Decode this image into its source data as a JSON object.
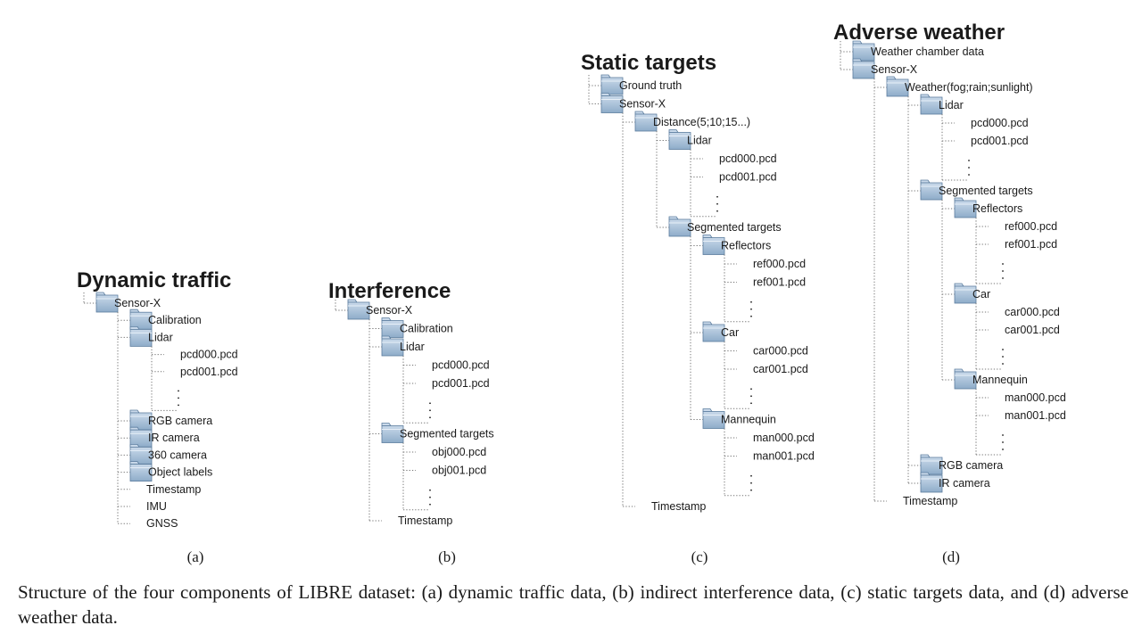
{
  "colors": {
    "folder_top": "#c9d9ea",
    "folder_bottom": "#8eacc9",
    "folder_stroke": "#5c7d9e",
    "connector": "#777777",
    "text": "#1a1a1a"
  },
  "icons": {
    "folder": "folder-icon"
  },
  "caption": "Structure of the four components of LIBRE dataset: (a) dynamic traffic data, (b) indirect interference data, (c) static targets data, and (d) adverse weather data.",
  "diagrams": [
    {
      "id": "a",
      "title": "Dynamic traffic",
      "sublabel": "(a)",
      "tree": [
        {
          "label": "Sensor-X",
          "folder": true,
          "children": [
            {
              "label": "Calibration",
              "folder": true
            },
            {
              "label": "Lidar",
              "folder": true,
              "children": [
                {
                  "label": "pcd000.pcd"
                },
                {
                  "label": "pcd001.pcd"
                },
                {
                  "label": "...",
                  "ellipsis": true
                }
              ]
            },
            {
              "label": "RGB camera",
              "folder": true
            },
            {
              "label": "IR camera",
              "folder": true
            },
            {
              "label": "360 camera",
              "folder": true
            },
            {
              "label": "Object labels",
              "folder": true
            },
            {
              "label": "Timestamp"
            },
            {
              "label": "IMU"
            },
            {
              "label": "GNSS"
            }
          ]
        }
      ]
    },
    {
      "id": "b",
      "title": "Interference",
      "sublabel": "(b)",
      "tree": [
        {
          "label": "Sensor-X",
          "folder": true,
          "children": [
            {
              "label": "Calibration",
              "folder": true
            },
            {
              "label": "Lidar",
              "folder": true,
              "children": [
                {
                  "label": "pcd000.pcd"
                },
                {
                  "label": "pcd001.pcd"
                },
                {
                  "label": "...",
                  "ellipsis": true
                }
              ]
            },
            {
              "label": "Segmented targets",
              "folder": true,
              "children": [
                {
                  "label": "obj000.pcd"
                },
                {
                  "label": "obj001.pcd"
                },
                {
                  "label": "...",
                  "ellipsis": true
                }
              ]
            },
            {
              "label": "Timestamp"
            }
          ]
        }
      ]
    },
    {
      "id": "c",
      "title": "Static targets",
      "sublabel": "(c)",
      "tree": [
        {
          "label": "Ground truth",
          "folder": true
        },
        {
          "label": "Sensor-X",
          "folder": true,
          "children": [
            {
              "label": "Distance(5;10;15...)",
              "folder": true,
              "children": [
                {
                  "label": "Lidar",
                  "folder": true,
                  "children": [
                    {
                      "label": "pcd000.pcd"
                    },
                    {
                      "label": "pcd001.pcd"
                    },
                    {
                      "label": "...",
                      "ellipsis": true
                    }
                  ]
                },
                {
                  "label": "Segmented targets",
                  "folder": true,
                  "children": [
                    {
                      "label": "Reflectors",
                      "folder": true,
                      "children": [
                        {
                          "label": "ref000.pcd"
                        },
                        {
                          "label": "ref001.pcd"
                        },
                        {
                          "label": "...",
                          "ellipsis": true
                        }
                      ]
                    },
                    {
                      "label": "Car",
                      "folder": true,
                      "children": [
                        {
                          "label": "car000.pcd"
                        },
                        {
                          "label": "car001.pcd"
                        },
                        {
                          "label": "...",
                          "ellipsis": true
                        }
                      ]
                    },
                    {
                      "label": "Mannequin",
                      "folder": true,
                      "children": [
                        {
                          "label": "man000.pcd"
                        },
                        {
                          "label": "man001.pcd"
                        },
                        {
                          "label": "...",
                          "ellipsis": true
                        }
                      ]
                    }
                  ]
                }
              ]
            },
            {
              "label": "Timestamp"
            }
          ]
        }
      ]
    },
    {
      "id": "d",
      "title": "Adverse weather",
      "sublabel": "(d)",
      "tree": [
        {
          "label": "Weather chamber data",
          "folder": true
        },
        {
          "label": "Sensor-X",
          "folder": true,
          "children": [
            {
              "label": "Weather(fog;rain;sunlight)",
              "folder": true,
              "children": [
                {
                  "label": "Lidar",
                  "folder": true,
                  "children": [
                    {
                      "label": "pcd000.pcd"
                    },
                    {
                      "label": "pcd001.pcd"
                    },
                    {
                      "label": "...",
                      "ellipsis": true
                    }
                  ]
                },
                {
                  "label": "Segmented targets",
                  "folder": true,
                  "children": [
                    {
                      "label": "Reflectors",
                      "folder": true,
                      "children": [
                        {
                          "label": "ref000.pcd"
                        },
                        {
                          "label": "ref001.pcd"
                        },
                        {
                          "label": "...",
                          "ellipsis": true
                        }
                      ]
                    },
                    {
                      "label": "Car",
                      "folder": true,
                      "children": [
                        {
                          "label": "car000.pcd"
                        },
                        {
                          "label": "car001.pcd"
                        },
                        {
                          "label": "...",
                          "ellipsis": true
                        }
                      ]
                    },
                    {
                      "label": "Mannequin",
                      "folder": true,
                      "children": [
                        {
                          "label": "man000.pcd"
                        },
                        {
                          "label": "man001.pcd"
                        },
                        {
                          "label": "...",
                          "ellipsis": true
                        }
                      ]
                    }
                  ]
                },
                {
                  "label": "RGB camera",
                  "folder": true
                },
                {
                  "label": "IR camera",
                  "folder": true
                }
              ]
            },
            {
              "label": "Timestamp"
            }
          ]
        }
      ]
    }
  ]
}
